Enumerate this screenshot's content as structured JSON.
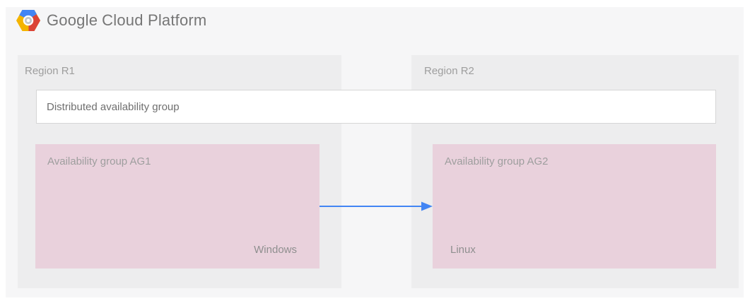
{
  "header": {
    "brand": {
      "word_primary": "Google",
      "word_secondary": "Cloud Platform",
      "logo_colors": {
        "blue": "#4285f4",
        "red": "#db4437",
        "yellow": "#f4b400"
      }
    }
  },
  "diagram": {
    "distributed_group": {
      "label": "Distributed availability group"
    },
    "regions": [
      {
        "label": "Region R1",
        "availability_group": {
          "label": "Availability group AG1",
          "os": "Windows"
        }
      },
      {
        "label": "Region R2",
        "availability_group": {
          "label": "Availability group AG2",
          "os": "Linux"
        }
      }
    ],
    "replication_arrow": {
      "from": "Availability group AG1",
      "to": "Availability group AG2",
      "color": "#4285f4"
    },
    "palette": {
      "surface": "#f6f6f7",
      "region_fill": "#ededee",
      "availability_group_fill": "#e9d1dc",
      "distributed_group_fill": "#ffffff",
      "label_gray": "#9e9e9e"
    }
  }
}
